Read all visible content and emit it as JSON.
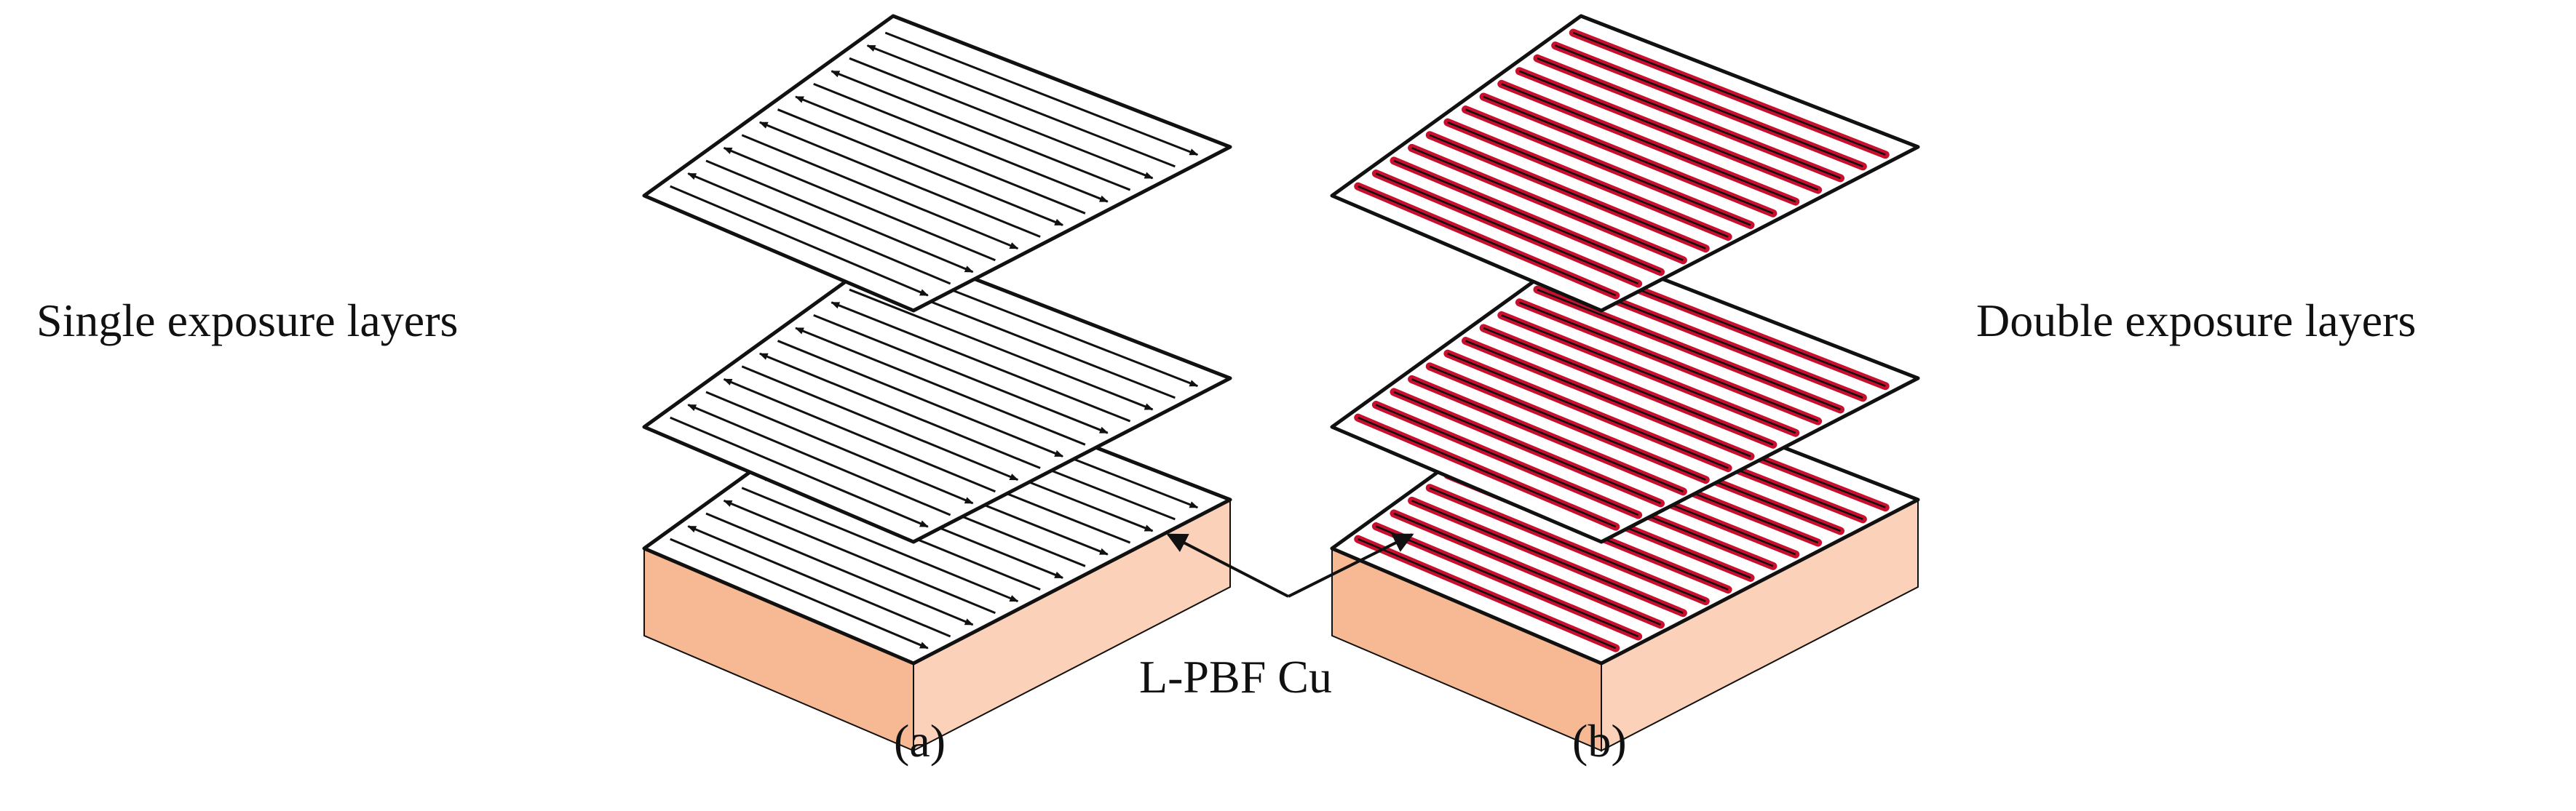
{
  "labels": {
    "left": "Single exposure layers",
    "right": "Double exposure layers",
    "base": "L-PBF Cu",
    "panel_a": "(a)",
    "panel_b": "(b)"
  },
  "colors": {
    "background": "#ffffff",
    "outline": "#111111",
    "base_top": "#f7c0a2",
    "base_side": "#fbd1b9",
    "base_front": "#f6b993",
    "double_exposure_track": "#c8102e"
  },
  "diagrams": [
    {
      "id": "a",
      "exposure": "single",
      "layers": 3,
      "scan_tracks_per_layer": 13
    },
    {
      "id": "b",
      "exposure": "double",
      "layers": 3,
      "scan_tracks_per_layer": 13
    }
  ]
}
